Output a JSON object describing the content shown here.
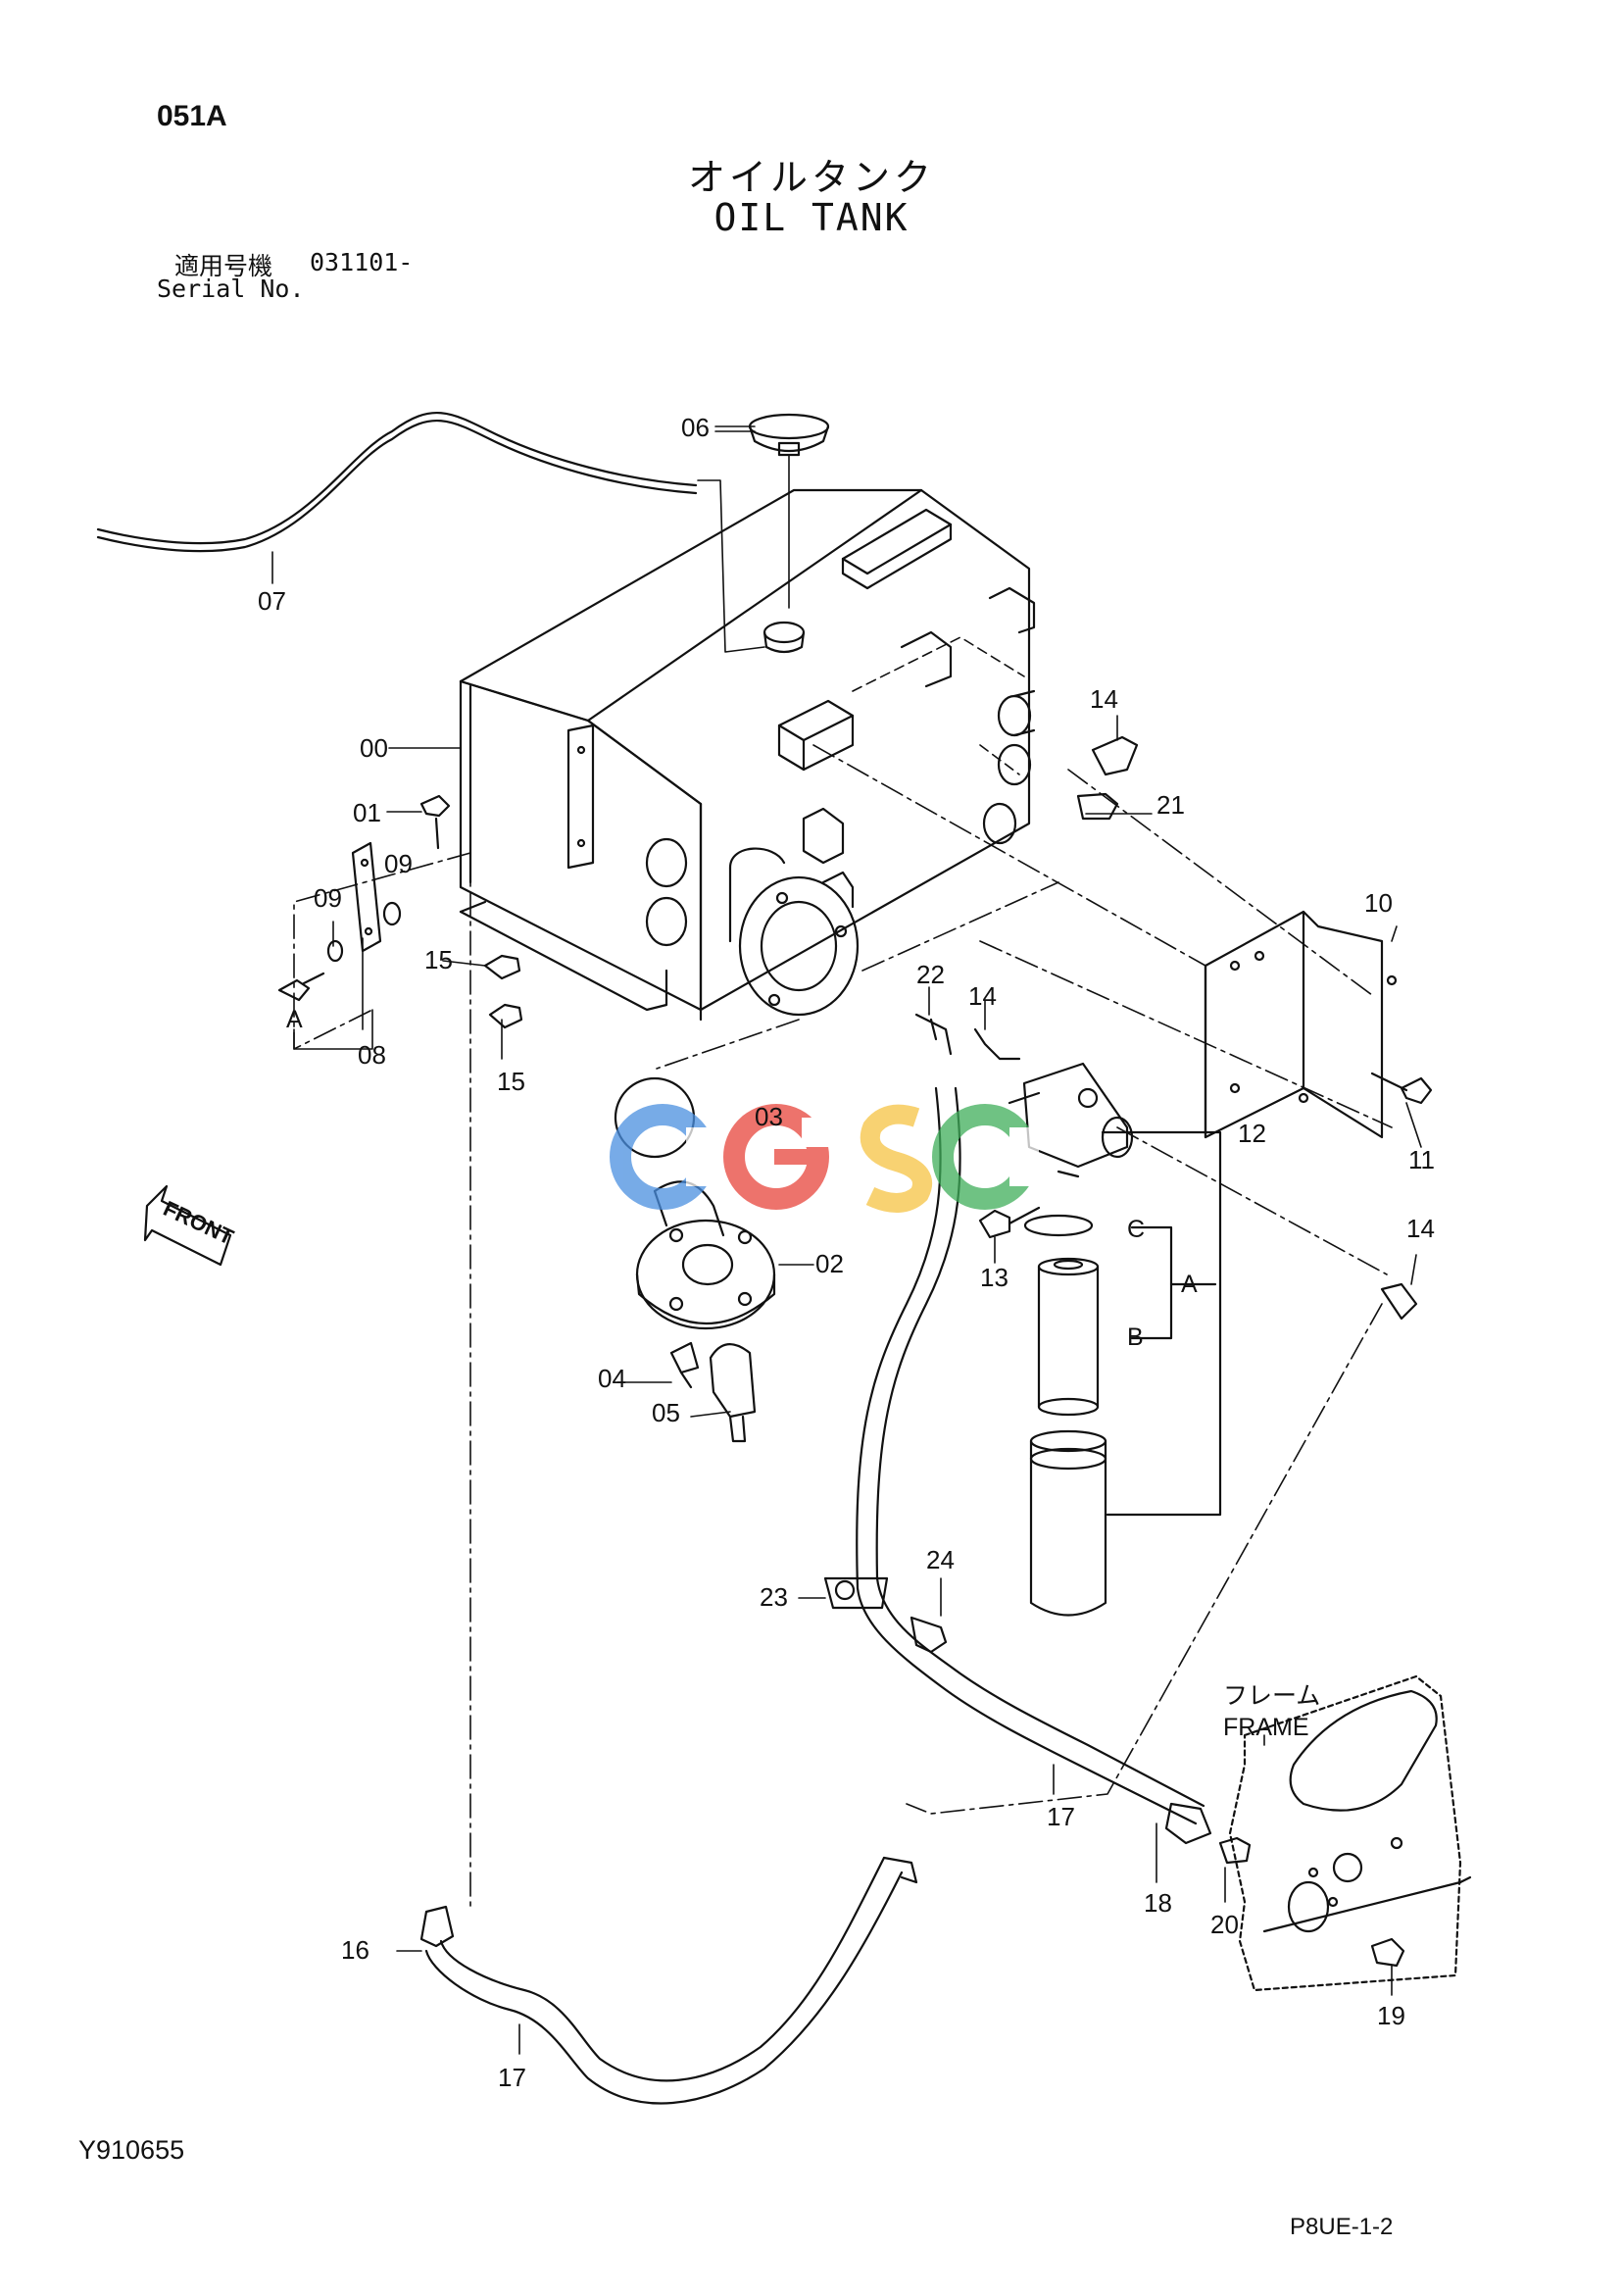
{
  "header": {
    "sheet_code": "051A",
    "title_jp": "オイルタンク",
    "title_en": "OIL TANK",
    "serial_label_jp": "適用号機",
    "serial_value": "031101-",
    "serial_label_en": "Serial No."
  },
  "footer": {
    "doc_id": "Y910655",
    "page_code": "P8UE-1-2"
  },
  "watermark": "CGSC",
  "annotations": {
    "front": "FRONT",
    "frame_jp": "フレーム",
    "frame_en": "FRAME",
    "ref_a": "A",
    "ref_b": "B",
    "ref_c": "C"
  },
  "callouts": {
    "c00": "00",
    "c01": "01",
    "c02": "02",
    "c03": "03",
    "c04": "04",
    "c05": "05",
    "c06": "06",
    "c07": "07",
    "c08": "08",
    "c09a": "09",
    "c09b": "09",
    "c10": "10",
    "c11": "11",
    "c12": "12",
    "c13": "13",
    "c14a": "14",
    "c14b": "14",
    "c14c": "14",
    "c15a": "15",
    "c15b": "15",
    "c16": "16",
    "c17a": "17",
    "c17b": "17",
    "c18": "18",
    "c19": "19",
    "c20": "20",
    "c21": "21",
    "c22": "22",
    "c23": "23",
    "c24": "24"
  }
}
